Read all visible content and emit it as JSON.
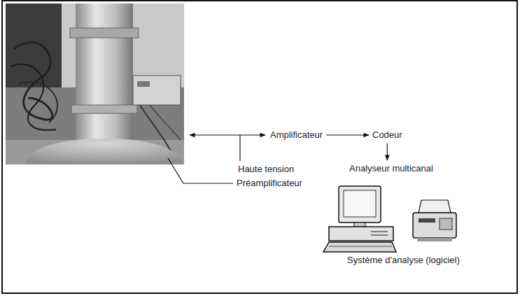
{
  "diagram": {
    "nodes": [
      {
        "text": [
          "Amplificateur"
        ]
      },
      {
        "text": [
          "Codeur"
        ]
      },
      {
        "text": [
          "Analyseur multicanal"
        ]
      }
    ],
    "edges": [
      {
        "from": 0,
        "to": 1,
        "arrow": "to"
      },
      {
        "from": 1,
        "to": 2,
        "arrow": "to"
      }
    ],
    "labels": [
      "Haute tension",
      "Préamplificateur",
      "Système d'analyse (logiciel)"
    ]
  }
}
